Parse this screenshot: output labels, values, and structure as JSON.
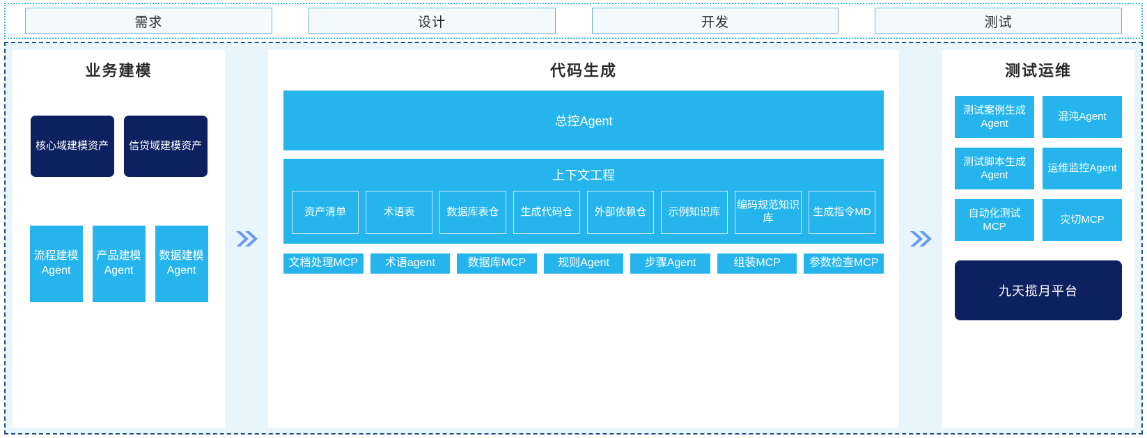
{
  "phases": {
    "items": [
      {
        "label": "需求"
      },
      {
        "label": "设计"
      },
      {
        "label": "开发"
      },
      {
        "label": "测试"
      }
    ]
  },
  "colors": {
    "cyan": "#25b5ec",
    "navy": "#0d2160",
    "panel_bg": "#e9f5fd",
    "arrow": "#6a9bea",
    "phase_border": "#6ab4d4",
    "region_border": "#1d4f8f"
  },
  "left_panel": {
    "title": "业务建模",
    "assets": [
      {
        "label": "核心域建模资产"
      },
      {
        "label": "信贷域建模资产"
      }
    ],
    "agents": [
      {
        "label": "流程建模Agent"
      },
      {
        "label": "产品建模Agent"
      },
      {
        "label": "数据建模Agent"
      }
    ]
  },
  "arrows": {
    "left_arrow": "double-chevron-right-icon",
    "right_arrow": "double-chevron-right-icon"
  },
  "center_panel": {
    "title": "代码生成",
    "master_agent": "总控Agent",
    "context": {
      "title": "上下文工程",
      "items": [
        {
          "label": "资产清单"
        },
        {
          "label": "术语表"
        },
        {
          "label": "数据库表仓"
        },
        {
          "label": "生成代码仓"
        },
        {
          "label": "外部依赖仓"
        },
        {
          "label": "示例知识库"
        },
        {
          "label": "编码规范知识库"
        },
        {
          "label": "生成指令MD"
        }
      ]
    },
    "tools": [
      {
        "label": "文档处理MCP"
      },
      {
        "label": "术语agent"
      },
      {
        "label": "数据库MCP"
      },
      {
        "label": "规则Agent"
      },
      {
        "label": "步骤Agent"
      },
      {
        "label": "组装MCP"
      },
      {
        "label": "参数检查MCP"
      }
    ]
  },
  "right_panel": {
    "title": "测试运维",
    "rows": [
      [
        {
          "label": "测试案例生成Agent"
        },
        {
          "label": "混沌Agent"
        }
      ],
      [
        {
          "label": "测试脚本生成Agent"
        },
        {
          "label": "运维监控Agent"
        }
      ],
      [
        {
          "label": "自动化测试MCP"
        },
        {
          "label": "灾切MCP"
        }
      ]
    ],
    "platform": "九天揽月平台"
  }
}
